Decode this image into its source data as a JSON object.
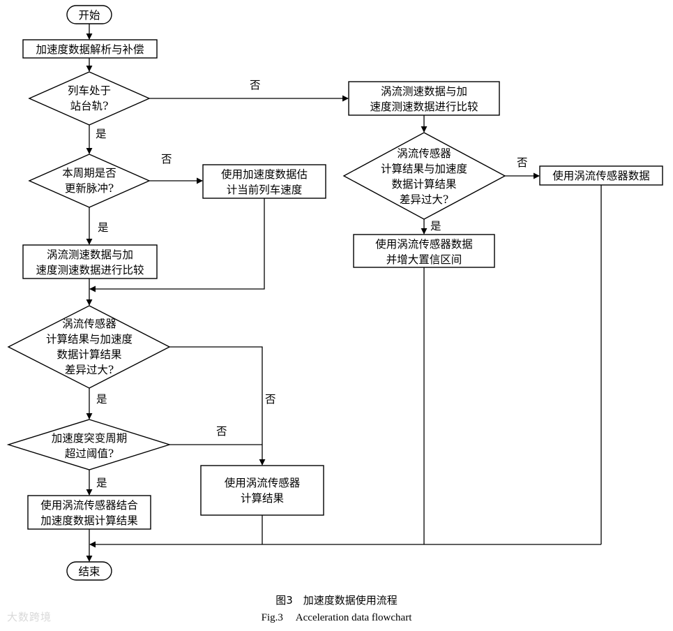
{
  "nodes": {
    "start": "开始",
    "parse": "加速度数据解析与补偿",
    "station_q": [
      "列车处于",
      "站台轨?"
    ],
    "cycle_q": [
      "本周期是否",
      "更新脉冲?"
    ],
    "estimate": [
      "使用加速度数据估",
      "计当前列车速度"
    ],
    "compare_left": [
      "涡流测速数据与加",
      "速度测速数据进行比较"
    ],
    "diff_q_left": [
      "涡流传感器",
      "计算结果与加速度",
      "数据计算结果",
      "差异过大?"
    ],
    "mutation_q": [
      "加速度突变周期",
      "超过阈值?"
    ],
    "combine": [
      "使用涡流传感器结合",
      "加速度数据计算结果"
    ],
    "eddy_result": [
      "使用涡流传感器",
      "计算结果"
    ],
    "compare_right": [
      "涡流测速数据与加",
      "速度测速数据进行比较"
    ],
    "diff_q_right": [
      "涡流传感器",
      "计算结果与加速度",
      "数据计算结果",
      "差异过大?"
    ],
    "use_eddy": "使用涡流传感器数据",
    "use_eddy_conf": [
      "使用涡流传感器数据",
      "并增大置信区间"
    ],
    "end": "结束"
  },
  "edge_labels": {
    "station_no": "否",
    "station_yes": "是",
    "cycle_no": "否",
    "cycle_yes": "是",
    "diff_left_no": "否",
    "diff_left_yes": "是",
    "mutation_no": "否",
    "mutation_yes": "是",
    "diff_right_no": "否",
    "diff_right_yes": "是"
  },
  "caption": {
    "cn": "图3　加速度数据使用流程",
    "en": "Fig.3　 Acceleration data flowchart"
  },
  "watermark": "大数跨境"
}
